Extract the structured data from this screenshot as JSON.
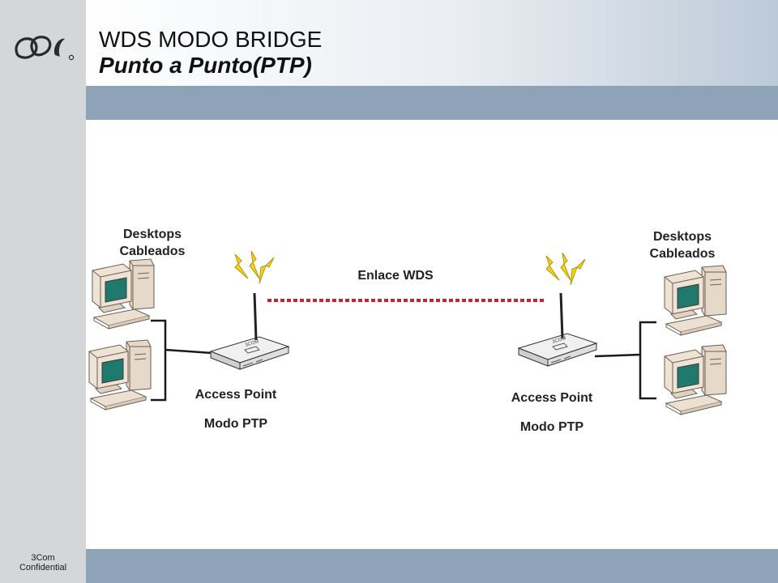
{
  "slide": {
    "title": "WDS MODO BRIDGE",
    "subtitle": "Punto a Punto(PTP)"
  },
  "footer": {
    "line1": "3Com",
    "line2": "Confidential"
  },
  "diagram": {
    "left_desktops": {
      "line1": "Desktops",
      "line2": "Cableados"
    },
    "right_desktops": {
      "line1": "Desktops",
      "line2": "Cableados"
    },
    "link_label": "Enlace WDS",
    "left_ap": {
      "line1": "Access Point",
      "line2": "Modo PTP"
    },
    "right_ap": {
      "line1": "Access Point",
      "line2": "Modo PTP"
    },
    "ap_brand": "3COM"
  },
  "colors": {
    "band": "#8ea3b8",
    "sidebar": "#d4d6d8",
    "wds_link": "#c0262b",
    "signal": "#f5d21e"
  }
}
